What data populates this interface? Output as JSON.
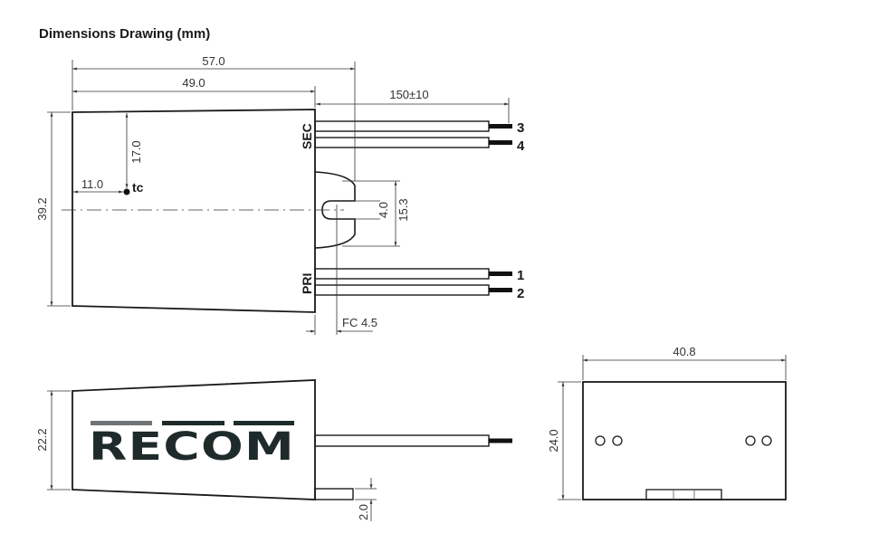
{
  "title": "Dimensions Drawing (mm)",
  "top_view": {
    "dim_overall_length": "57.0",
    "dim_body_length": "49.0",
    "dim_wire_length": "150±10",
    "dim_height": "39.2",
    "dim_tc_vertical": "17.0",
    "dim_tc_horizontal": "11.0",
    "tc_label": "tc",
    "dim_slot": "4.0",
    "dim_flange": "15.3",
    "dim_fc": "FC 4.5",
    "sec_label": "SEC",
    "pri_label": "PRI",
    "wire_labels": [
      "3",
      "4",
      "1",
      "2"
    ]
  },
  "side_view": {
    "dim_height": "22.2",
    "dim_tab": "2.0",
    "logo_text": "RECOM"
  },
  "front_view": {
    "dim_width": "40.8",
    "dim_height": "24.0"
  },
  "colors": {
    "line": "#1a1a1a",
    "logo_gray": "#707378",
    "logo_dark": "#1f2a2a"
  }
}
